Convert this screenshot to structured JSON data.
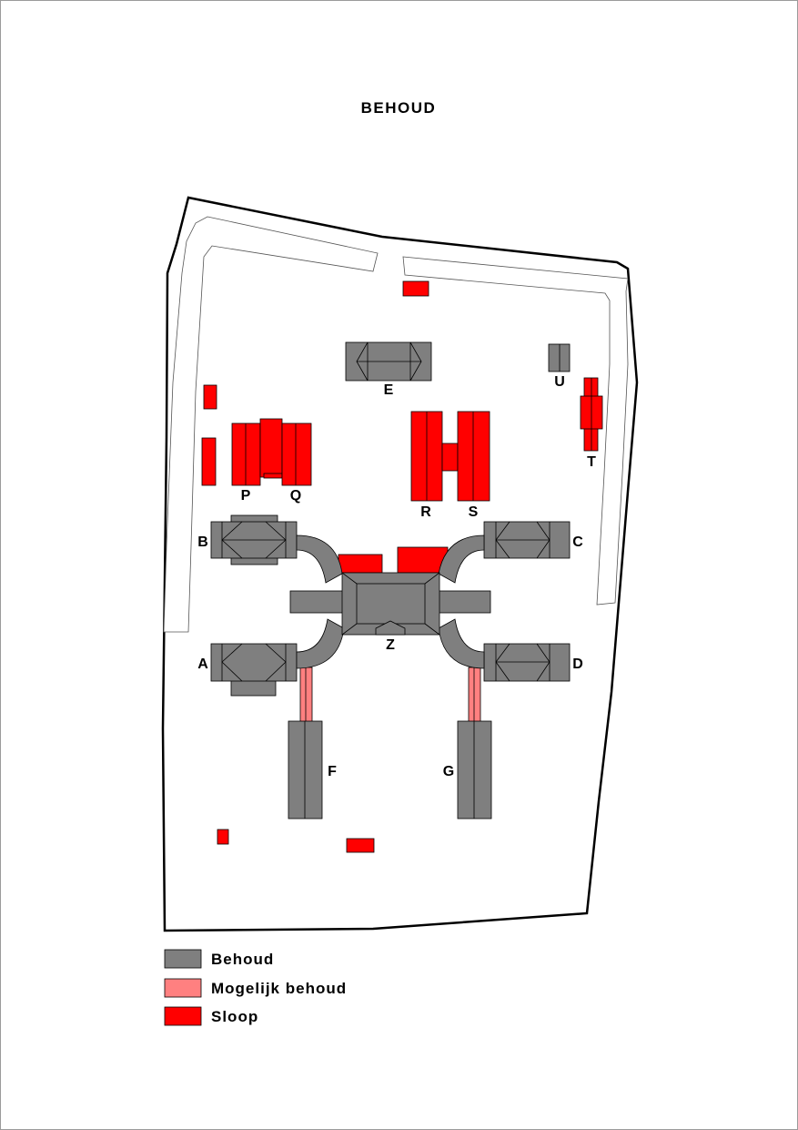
{
  "title": "BEHOUD",
  "colors": {
    "behoud": "#7f7f7f",
    "mogelijk_behoud": "#ff8080",
    "sloop": "#ff0000",
    "outline": "#000000"
  },
  "labels": {
    "A": "A",
    "B": "B",
    "C": "C",
    "D": "D",
    "E": "E",
    "F": "F",
    "G": "G",
    "P": "P",
    "Q": "Q",
    "R": "R",
    "S": "S",
    "T": "T",
    "U": "U",
    "Z": "Z"
  },
  "legend": [
    {
      "label": "Behoud",
      "color": "#7f7f7f"
    },
    {
      "label": "Mogelijk behoud",
      "color": "#ff8080"
    },
    {
      "label": "Sloop",
      "color": "#ff0000"
    }
  ]
}
